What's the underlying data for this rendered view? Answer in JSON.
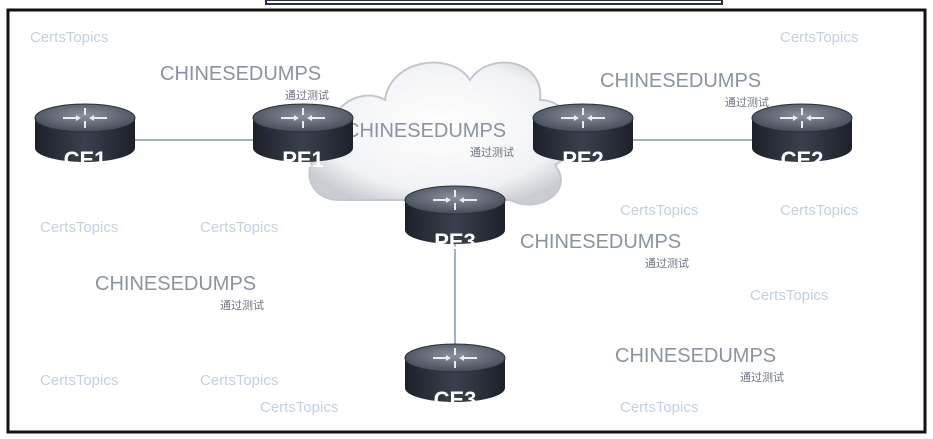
{
  "diagram": {
    "nodes": [
      {
        "id": "CE1",
        "label": "CE1"
      },
      {
        "id": "PE1",
        "label": "PE1"
      },
      {
        "id": "PE2",
        "label": "PE2"
      },
      {
        "id": "CE2",
        "label": "CE2"
      },
      {
        "id": "PE3",
        "label": "PE3"
      },
      {
        "id": "CE3",
        "label": "CE3"
      }
    ],
    "links": [
      {
        "from": "CE1",
        "to": "PE1"
      },
      {
        "from": "PE2",
        "to": "CE2"
      },
      {
        "from": "PE3",
        "to": "CE3"
      }
    ],
    "cloud": "provider-network"
  },
  "watermarks": {
    "tile_text": "CertsTopics",
    "brand_main": "CHINESEDUMPS",
    "brand_sub": "通过测试"
  },
  "colors": {
    "router_body": "#2b303c",
    "router_top": "#6d7482",
    "link": "#9fb0c8",
    "frame": "#111111",
    "watermark": "#a9bcd6"
  }
}
